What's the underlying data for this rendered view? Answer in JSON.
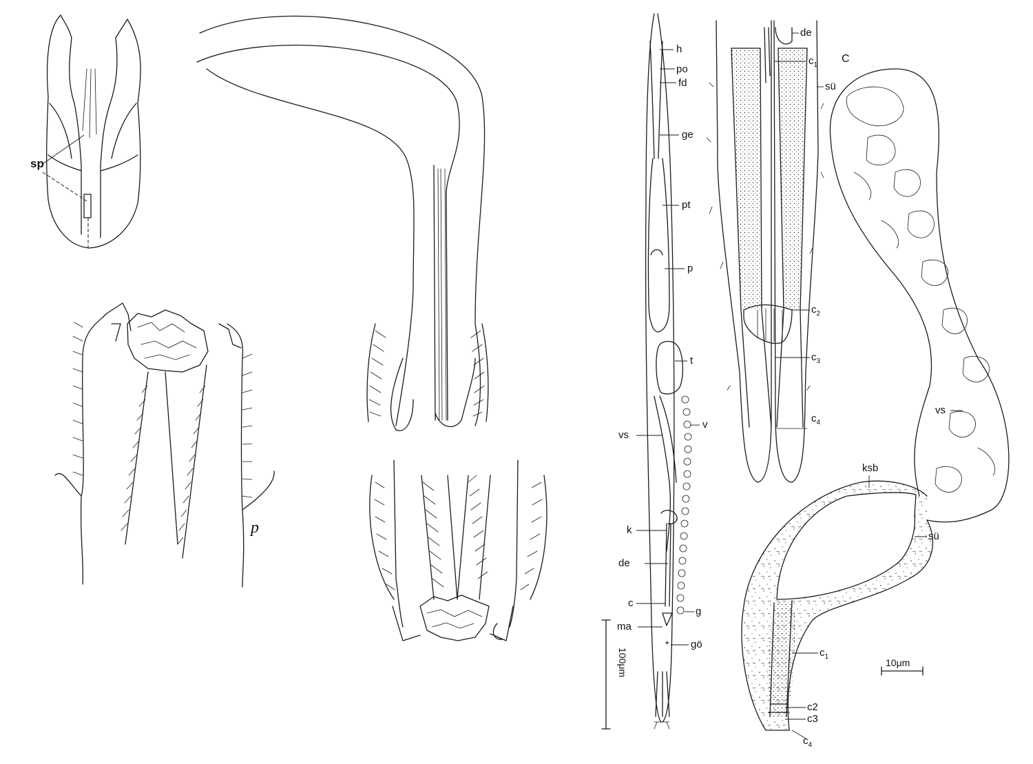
{
  "labels": {
    "sp": "sp",
    "p_italic": "p",
    "h": "h",
    "po": "po",
    "fd": "fd",
    "ge": "ge",
    "pt": "pt",
    "p": "p",
    "t": "t",
    "v": "v",
    "vs_left": "vs",
    "k": "k",
    "de_left": "de",
    "c_left": "c",
    "ma": "ma",
    "g": "g",
    "go": "gö",
    "de_top": "de",
    "c1_top": "c",
    "c1_top_sub": "1",
    "C_caption": "C",
    "su_top": "sü",
    "c2_mid": "c",
    "c2_mid_sub": "2",
    "c3_mid": "c",
    "c3_mid_sub": "3",
    "c4_mid": "c",
    "c4_mid_sub": "4",
    "vs_right": "vs",
    "ksb": "ksb",
    "su_right": "sü",
    "c1_bottom": "c",
    "c1_bottom_sub": "1",
    "c2_bottom": "c2",
    "c3_bottom": "c3",
    "c4_bottom": "c",
    "c4_bottom_sub": "4"
  },
  "scale_bars": {
    "left": "100μm",
    "right": "10μm"
  }
}
